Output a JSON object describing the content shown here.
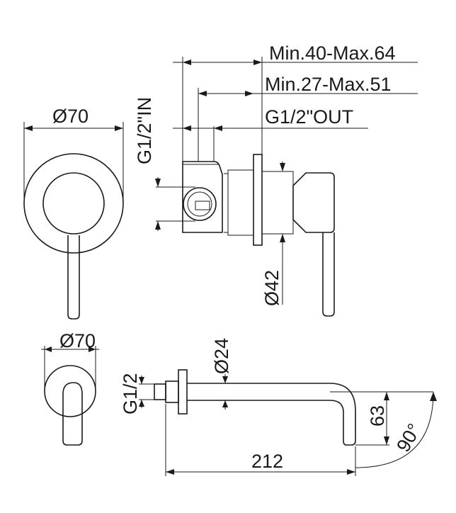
{
  "labels": {
    "top_front_dia": "Ø70",
    "inlet": "G1/2\"IN",
    "depth_total": "Min.40-Max.64",
    "depth_inner": "Min.27-Max.51",
    "outlet": "G1/2\"OUT",
    "flange_dia": "Ø42",
    "bottom_front_dia": "Ø70",
    "spout_thread": "G1/2",
    "spout_dia": "Ø24",
    "spout_length": "212",
    "spout_height": "63",
    "spout_angle": "90°"
  }
}
